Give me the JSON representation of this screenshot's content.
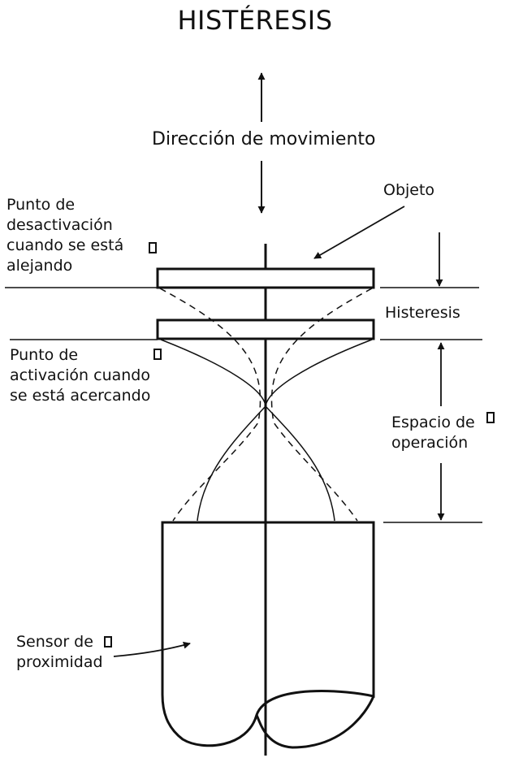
{
  "title": "HISTÉRESIS",
  "labels": {
    "direction": "Dirección de movimiento",
    "object": "Objeto",
    "deactivation": "Punto de\ndesactivación\ncuando se está\nalejando",
    "activation": "Punto de\nactivación cuando\nse está acercando",
    "hysteresis": "Histeresis",
    "operating_space": "Espacio de\noperación",
    "sensor": "Sensor de\nproximidad"
  },
  "icons": {
    "placeholder": "missing-glyph-box-icon"
  }
}
